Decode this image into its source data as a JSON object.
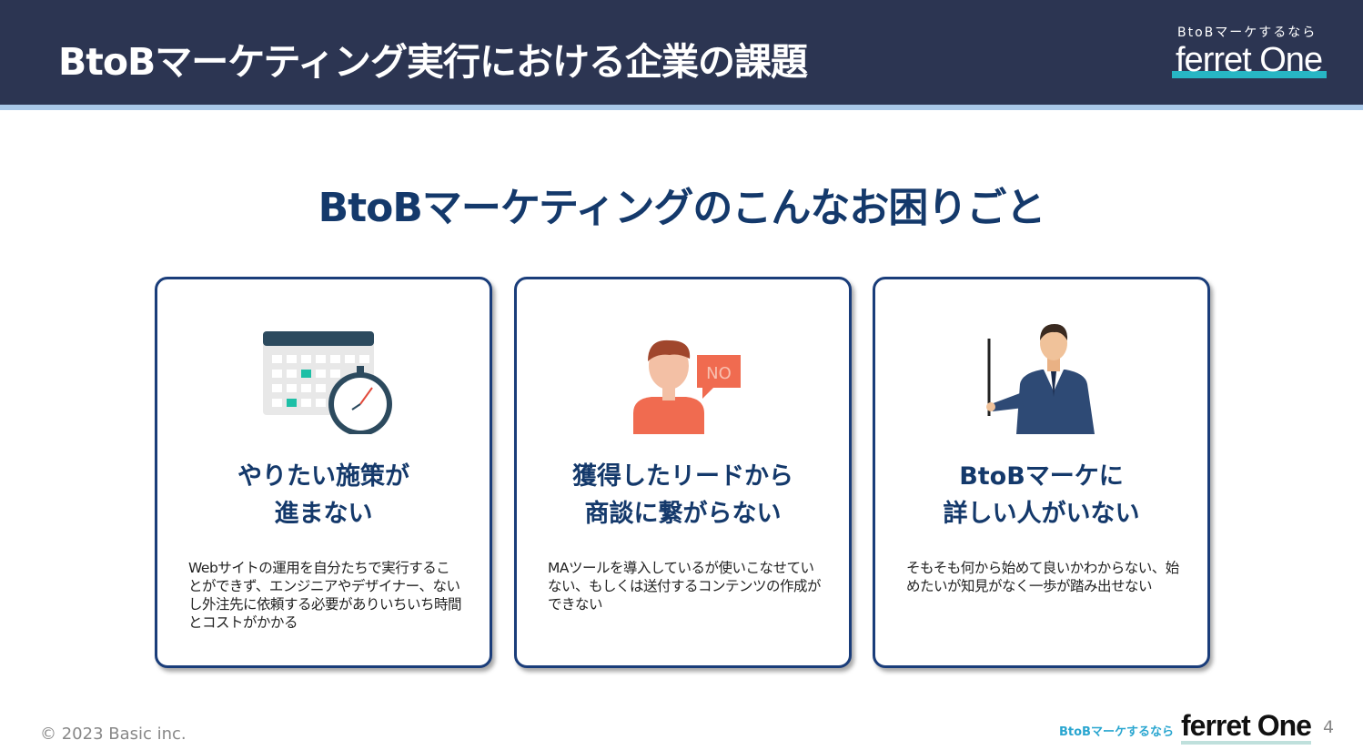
{
  "header": {
    "title": "BtoBマーケティング実行における企業の課題",
    "logo_tagline": "BtoBマーケするなら",
    "logo_name": "ferret One"
  },
  "subtitle": "BtoBマーケティングのこんなお困りごと",
  "cards": [
    {
      "icon": "calendar-stopwatch-icon",
      "title_line1": "やりたい施策が",
      "title_line2": "進まない",
      "body": "Webサイトの運用を自分たちで実行することができず、エンジニアやデザイナー、ないし外注先に依頼する必要がありいちいち時間とコストがかかる"
    },
    {
      "icon": "person-no-bubble-icon",
      "bubble_text": "NO",
      "title_line1": "獲得したリードから",
      "title_line2": "商談に繋がらない",
      "body": "MAツールを導入しているが使いこなせていない、もしくは送付するコンテンツの作成ができない"
    },
    {
      "icon": "businessman-pointer-icon",
      "title_line1": "BtoBマーケに",
      "title_line2": "詳しい人がいない",
      "body": "そもそも何から始めて良いかわからない、始めたいが知見がなく一歩が踏み出せない"
    }
  ],
  "footer": {
    "copyright": "© 2023 Basic inc.",
    "logo_tagline": "BtoBマーケするなら",
    "logo_name": "ferret One",
    "page_number": "4"
  }
}
